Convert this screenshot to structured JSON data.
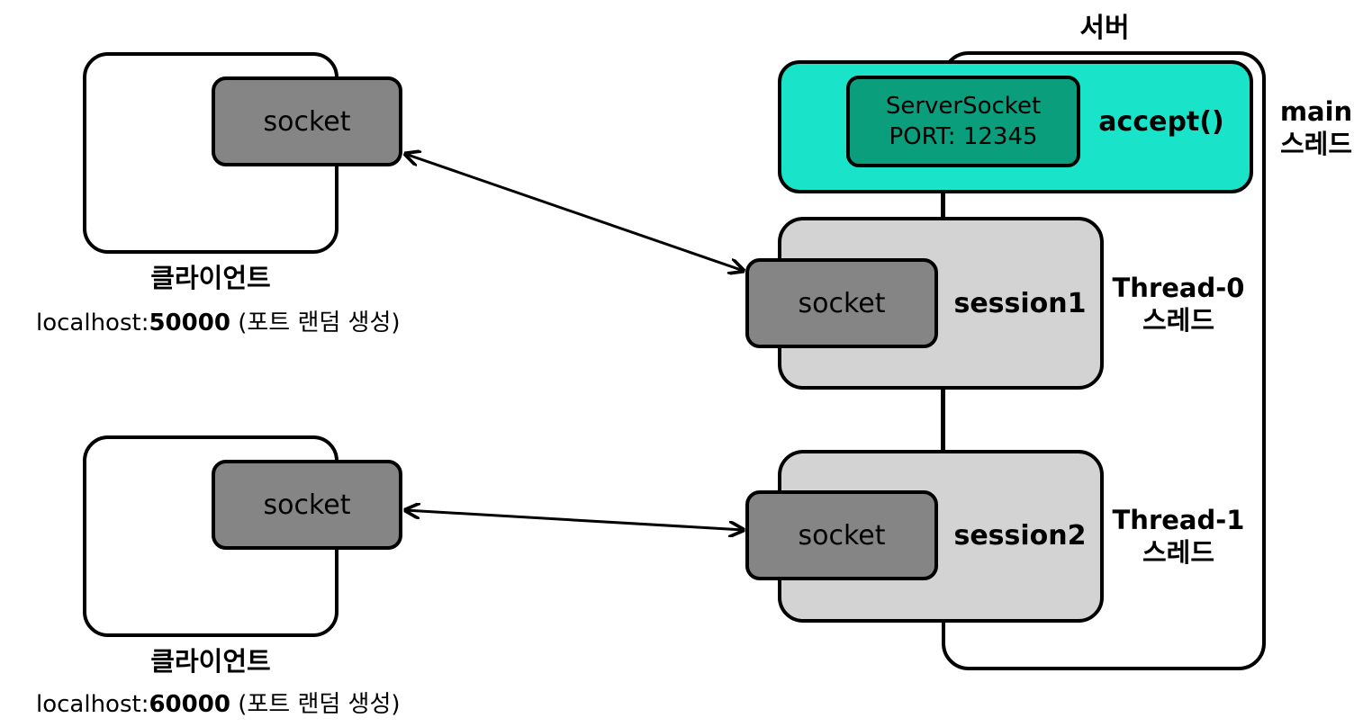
{
  "server": {
    "title": "서버",
    "main_thread": {
      "label_line1": "main",
      "label_line2": "스레드"
    },
    "server_socket": {
      "line1": "ServerSocket",
      "line2": "PORT: 12345"
    },
    "accept_label": "accept()",
    "threads": [
      {
        "thread_line1": "Thread-0",
        "thread_line2": "스레드",
        "session": "session1",
        "socket": "socket"
      },
      {
        "thread_line1": "Thread-1",
        "thread_line2": "스레드",
        "session": "session2",
        "socket": "socket"
      }
    ]
  },
  "clients": [
    {
      "label": "클라이언트",
      "socket": "socket",
      "host": "localhost:",
      "port": "50000",
      "note": " (포트 랜덤 생성)"
    },
    {
      "label": "클라이언트",
      "socket": "socket",
      "host": "localhost:",
      "port": "60000",
      "note": " (포트 랜덤 생성)"
    }
  ],
  "colors": {
    "accept_box": "#19e3c9",
    "server_socket_box": "#0b9e7c",
    "socket_box": "#858585",
    "thread_box": "#d3d3d3"
  }
}
